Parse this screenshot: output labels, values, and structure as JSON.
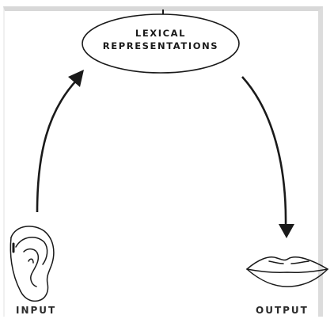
{
  "diagram": {
    "node": {
      "line1": "LEXICAL",
      "line2": "REPRESENTATIONS"
    },
    "captions": {
      "input": "INPUT",
      "output": "OUTPUT"
    },
    "icons": {
      "left": "ear-icon",
      "right": "lips-icon"
    },
    "colors": {
      "ink": "#1a1a1a",
      "frame": "#d8d8d8",
      "background": "#ffffff"
    }
  }
}
